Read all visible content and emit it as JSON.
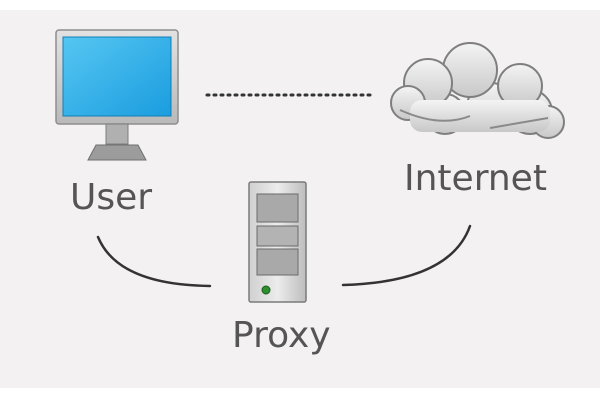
{
  "nodes": {
    "user": {
      "label": "User",
      "icon": "monitor-icon"
    },
    "internet": {
      "label": "Internet",
      "icon": "cloud-icon"
    },
    "proxy": {
      "label": "Proxy",
      "icon": "server-tower-icon"
    }
  },
  "connections": [
    {
      "from": "user",
      "to": "internet",
      "style": "dotted"
    },
    {
      "from": "user",
      "to": "proxy",
      "style": "curve"
    },
    {
      "from": "proxy",
      "to": "internet",
      "style": "curve"
    }
  ],
  "colors": {
    "background": "#f3f1f1",
    "label": "#555555",
    "screen": "#1fa9e8",
    "frame": "#c9c9c9",
    "line": "#333333"
  }
}
